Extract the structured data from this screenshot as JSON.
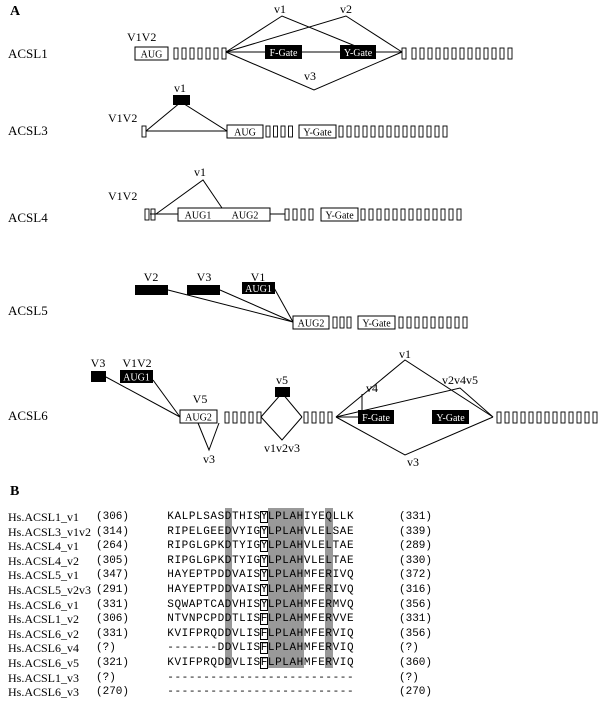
{
  "panels": {
    "a": "A",
    "b": "B"
  },
  "diagram": {
    "acsl1": {
      "name": "ACSL1",
      "labels": {
        "v1v2": "V1V2",
        "v1": "v1",
        "v2": "v2",
        "v3": "v3"
      },
      "boxes": {
        "aug": "AUG",
        "fgate": "F-Gate",
        "ygate": "Y-Gate"
      }
    },
    "acsl3": {
      "name": "ACSL3",
      "labels": {
        "v1v2": "V1V2",
        "v1": "v1"
      },
      "boxes": {
        "aug": "AUG",
        "ygate": "Y-Gate"
      }
    },
    "acsl4": {
      "name": "ACSL4",
      "labels": {
        "v1v2": "V1V2",
        "v1": "v1"
      },
      "boxes": {
        "aug1": "AUG1",
        "aug2": "AUG2",
        "ygate": "Y-Gate"
      }
    },
    "acsl5": {
      "name": "ACSL5",
      "labels": {
        "v2": "V2",
        "v3": "V3",
        "v1": "V1"
      },
      "boxes": {
        "aug1": "AUG1",
        "aug2": "AUG2",
        "ygate": "Y-Gate"
      }
    },
    "acsl6": {
      "name": "ACSL6",
      "labels": {
        "v3": "V3",
        "v1v2": "V1V2",
        "v5cap": "V5",
        "v3low": "v3",
        "v5": "v5",
        "v1v2v3": "v1v2v3",
        "v1": "v1",
        "v4": "v4",
        "v2v4v5": "v2v4v5",
        "v3b": "v3"
      },
      "boxes": {
        "aug1": "AUG1",
        "aug2": "AUG2",
        "fgate": "F-Gate",
        "ygate": "Y-Gate"
      }
    }
  },
  "alignment": [
    {
      "name": "Hs.ACSL1_v1",
      "start": "(306)",
      "seq": "KALPLSASDTHISYLPLAHIYEQLLK",
      "end": "(331)"
    },
    {
      "name": "Hs.ACSL3_v1v2",
      "start": "(314)",
      "seq": "RIPELGEEDVYIGYLPLAHVLELSAE",
      "end": "(339)"
    },
    {
      "name": "Hs.ACSL4_v1",
      "start": "(264)",
      "seq": "RIPGLGPKDTYIGYLPLAHVLELTAE",
      "end": "(289)"
    },
    {
      "name": "Hs.ACSL4_v2",
      "start": "(305)",
      "seq": "RIPGLGPKDTYIGYLPLAHVLELTAE",
      "end": "(330)"
    },
    {
      "name": "Hs.ACSL5_v1",
      "start": "(347)",
      "seq": "HAYEPTPDDVAISYLPLAHMFERIVQ",
      "end": "(372)"
    },
    {
      "name": "Hs.ACSL5_v2v3",
      "start": "(291)",
      "seq": "HAYEPTPDDVAISYLPLAHMFERIVQ",
      "end": "(316)"
    },
    {
      "name": "Hs.ACSL6_v1",
      "start": "(331)",
      "seq": "SQWAPTCADVHISYLPLAHMFERMVQ",
      "end": "(356)"
    },
    {
      "name": "Hs.ACSL1_v2",
      "start": "(306)",
      "seq": "NTVNPCPDDTLISFLPLAHMFERVVE",
      "end": "(331)"
    },
    {
      "name": "Hs.ACSL6_v2",
      "start": "(331)",
      "seq": "KVIFPRQDDVLISFLPLAHMFERVIQ",
      "end": "(356)"
    },
    {
      "name": "Hs.ACSL6_v4",
      "start": "(?)",
      "seq": "-------DDVLISFLPLAHMFERVIQ",
      "end": "(?)"
    },
    {
      "name": "Hs.ACSL6_v5",
      "start": "(321)",
      "seq": "KVIFPRQDDVLISFLPLAHMFERVIQ",
      "end": "(360)"
    },
    {
      "name": "Hs.ACSL1_v3",
      "start": "(?)",
      "seq": "--------------------------",
      "end": "(?)"
    },
    {
      "name": "Hs.ACSL6_v3",
      "start": "(270)",
      "seq": "--------------------------",
      "end": "(270)"
    }
  ]
}
